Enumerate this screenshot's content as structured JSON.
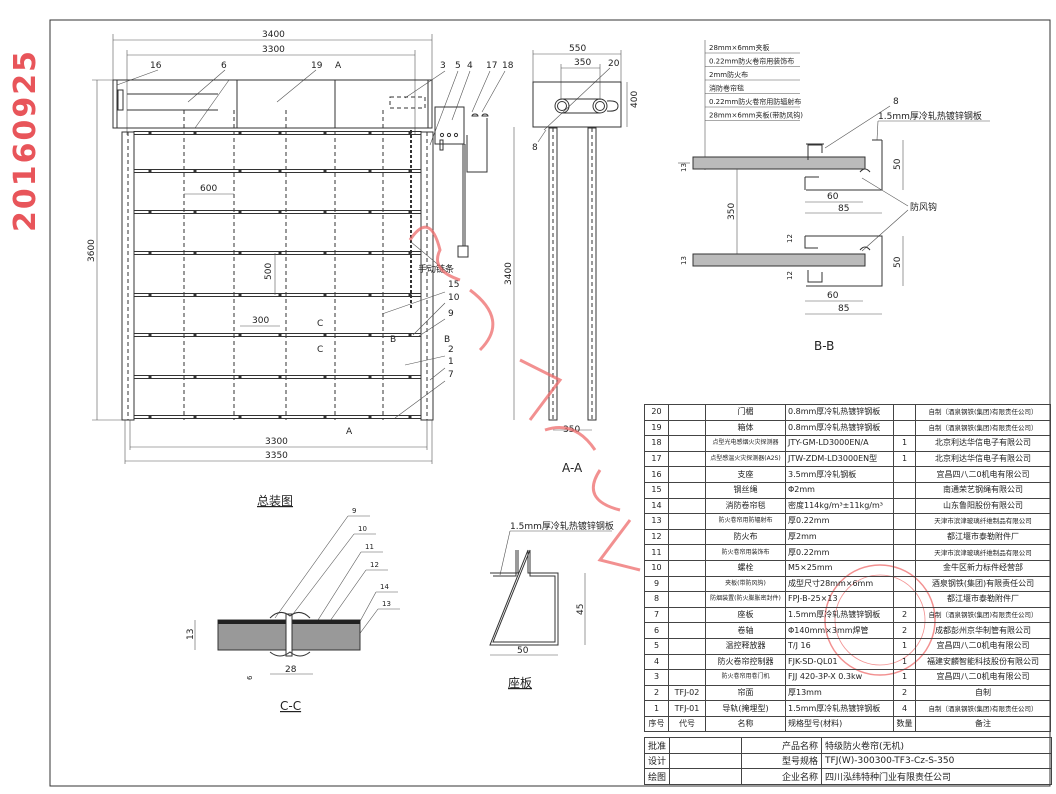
{
  "stamp_text": "20160925",
  "main_view": {
    "title": "总装图",
    "dims": {
      "overall_width_top": "3400",
      "inner_width_top": "3300",
      "height": "3600",
      "bottom_inner": "3300",
      "bottom_overall": "3350",
      "spacing_600": "600",
      "spacing_500": "500",
      "spacing_300": "300"
    },
    "callouts_top": [
      "16",
      "6",
      "19",
      "3",
      "5",
      "4",
      "17",
      "18"
    ],
    "callouts_right": [
      "15",
      "10",
      "9",
      "2",
      "1",
      "7"
    ],
    "section_marks": {
      "a_top": "A",
      "a_bottom": "A",
      "b": "B",
      "c_top": "C",
      "c_bottom": "C",
      "b_right": "B"
    },
    "manual_chain_label": "手动链条"
  },
  "section_aa": {
    "title": "A-A",
    "dims": {
      "width": "550",
      "axis_spacing": "350",
      "height": "400",
      "rail_height": "3400",
      "bottom": "350"
    },
    "callouts": [
      "20",
      "8"
    ]
  },
  "section_bb": {
    "title": "B-B",
    "layers": [
      "28mm×6mm夹板",
      "0.22mm防火卷帘用装饰布",
      "2mm防火布",
      "消防卷帘毯",
      "0.22mm防火卷帘用防辐射布",
      "28mm×6mm夹板(带防风钩)"
    ],
    "callout_8": "8",
    "rail_note": "1.5mm厚冷轧热镀锌钢板",
    "wind_hook": "防风钩",
    "dims": {
      "thick_top": "13",
      "thick_bottom": "13",
      "height_top": "50",
      "height_bottom": "50",
      "d60_top": "60",
      "d85_top": "85",
      "d60_bottom": "60",
      "d85_bottom": "85",
      "spacing": "350",
      "gap_a": "12",
      "gap_b": "12"
    }
  },
  "section_cc": {
    "title": "C-C",
    "callouts": [
      "9",
      "10",
      "11",
      "12",
      "14",
      "13"
    ],
    "dims": {
      "thick": "13",
      "width": "28",
      "offset": "6"
    }
  },
  "seat_plate": {
    "title": "座板",
    "note": "1.5mm厚冷轧热镀锌钢板",
    "dims": {
      "height": "45",
      "width": "50"
    }
  },
  "bom": {
    "rows": [
      [
        "20",
        "",
        "门楣",
        "0.8mm厚冷轧热镀锌钢板",
        "",
        "自制（酒泉钢铁(集团)有限责任公司）"
      ],
      [
        "19",
        "",
        "箱体",
        "0.8mm厚冷轧热镀锌钢板",
        "",
        "自制（酒泉钢铁(集团)有限责任公司）"
      ],
      [
        "18",
        "",
        "点型光电感烟火灾探测器",
        "JTY-GM-LD3000EN/A",
        "1",
        "北京利达华信电子有限公司"
      ],
      [
        "17",
        "",
        "点型感温火灾探测器(A2S)",
        "JTW-ZDM-LD3000EN型",
        "1",
        "北京利达华信电子有限公司"
      ],
      [
        "16",
        "",
        "支座",
        "3.5mm厚冷轧钢板",
        "",
        "宜昌四八二0机电有限公司"
      ],
      [
        "15",
        "",
        "钢丝绳",
        "Φ2mm",
        "",
        "南通荣艺钢绳有限公司"
      ],
      [
        "14",
        "",
        "消防卷帘毯",
        "密度114kg/m³±11kg/m³",
        "",
        "山东鲁阳股份有限公司"
      ],
      [
        "13",
        "",
        "防火卷帘用防辐射布",
        "厚0.22mm",
        "",
        "天津市滨津玻璃纤维制品有限公司"
      ],
      [
        "12",
        "",
        "防火布",
        "厚2mm",
        "",
        "都江堰市泰勒附件厂"
      ],
      [
        "11",
        "",
        "防火卷帘用装饰布",
        "厚0.22mm",
        "",
        "天津市滨津玻璃纤维制品有限公司"
      ],
      [
        "10",
        "",
        "螺栓",
        "M5×25mm",
        "",
        "金牛区新力标件经营部"
      ],
      [
        "9",
        "",
        "夹板(带防风钩)",
        "成型尺寸28mm×6mm",
        "",
        "酒泉钢铁(集团)有限责任公司"
      ],
      [
        "8",
        "",
        "防烟装置(防火膨胀密封件)",
        "FPJ-B-25×13",
        "",
        "都江堰市泰勒附件厂"
      ],
      [
        "7",
        "",
        "座板",
        "1.5mm厚冷轧热镀锌钢板",
        "2",
        "自制（酒泉钢铁(集团)有限责任公司）"
      ],
      [
        "6",
        "",
        "卷轴",
        "Φ140mm×3mm焊管",
        "2",
        "成都彭州京华制管有限公司"
      ],
      [
        "5",
        "",
        "温控释放器",
        "T/J 16",
        "1",
        "宜昌四八二0机电有限公司"
      ],
      [
        "4",
        "",
        "防火卷帘控制器",
        "FJK-SD-QL01",
        "1",
        "福建安麟智能科技股份有限公司"
      ],
      [
        "3",
        "",
        "防火卷帘用卷门机",
        "FJJ 420-3P-X 0.3kw",
        "1",
        "宜昌四八二0机电有限公司"
      ],
      [
        "2",
        "TFJ-02",
        "帘面",
        "厚13mm",
        "2",
        "自制"
      ],
      [
        "1",
        "TFJ-01",
        "导轨(掩埋型)",
        "1.5mm厚冷轧热镀锌钢板",
        "4",
        "自制（酒泉钢铁(集团)有限责任公司）"
      ]
    ],
    "header": [
      "序号",
      "代号",
      "名称",
      "规格型号(材料)",
      "数量",
      "备注"
    ]
  },
  "title_block": {
    "approve": "批准",
    "design": "设计",
    "draw": "绘图",
    "product_name_label": "产品名称",
    "product_name": "特级防火卷帘(无机)",
    "model_label": "型号规格",
    "model": "TFJ(W)-300300-TF3-Cz-S-350",
    "company_label": "企业名称",
    "company": "四川泓纬特种门业有限责任公司"
  },
  "colors": {
    "stamp": "#e8555a",
    "line": "#333333"
  }
}
